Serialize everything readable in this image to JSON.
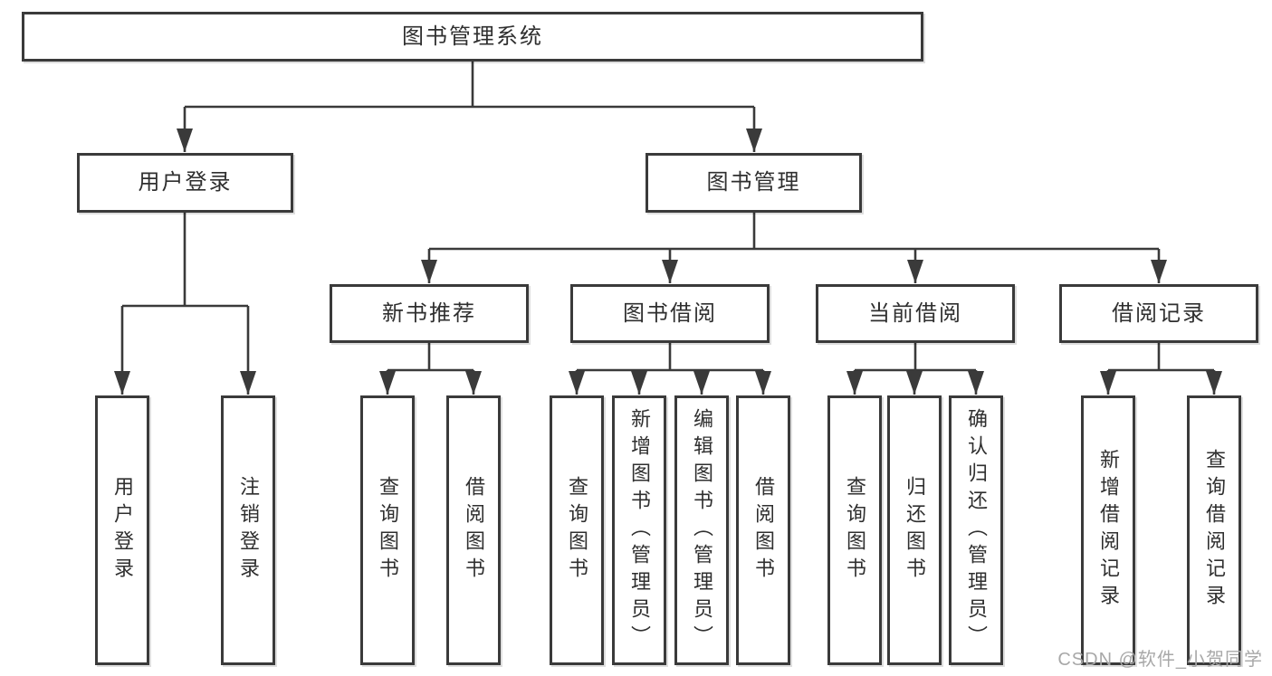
{
  "tree": {
    "root": {
      "label": "图书管理系统",
      "children": [
        {
          "label": "用户登录",
          "children": [
            {
              "label": "用户登录"
            },
            {
              "label": "注销登录"
            }
          ]
        },
        {
          "label": "图书管理",
          "children": [
            {
              "label": "新书推荐",
              "children": [
                {
                  "label": "查询图书"
                },
                {
                  "label": "借阅图书"
                }
              ]
            },
            {
              "label": "图书借阅",
              "children": [
                {
                  "label": "查询图书"
                },
                {
                  "label": "新增图书（管理员）"
                },
                {
                  "label": "编辑图书（管理员）"
                },
                {
                  "label": "借阅图书"
                }
              ]
            },
            {
              "label": "当前借阅",
              "children": [
                {
                  "label": "查询图书"
                },
                {
                  "label": "归还图书"
                },
                {
                  "label": "确认归还（管理员）"
                }
              ]
            },
            {
              "label": "借阅记录",
              "children": [
                {
                  "label": "新增借阅记录"
                },
                {
                  "label": "查询借阅记录"
                }
              ]
            }
          ]
        }
      ]
    }
  },
  "watermark": {
    "text": "CSDN @软件_小贺同学"
  },
  "colors": {
    "line": "#3a3a3a",
    "box_border": "#3a3a3a",
    "text": "#2f2f2f",
    "watermark": "#a8a8a8",
    "background": "#ffffff"
  }
}
